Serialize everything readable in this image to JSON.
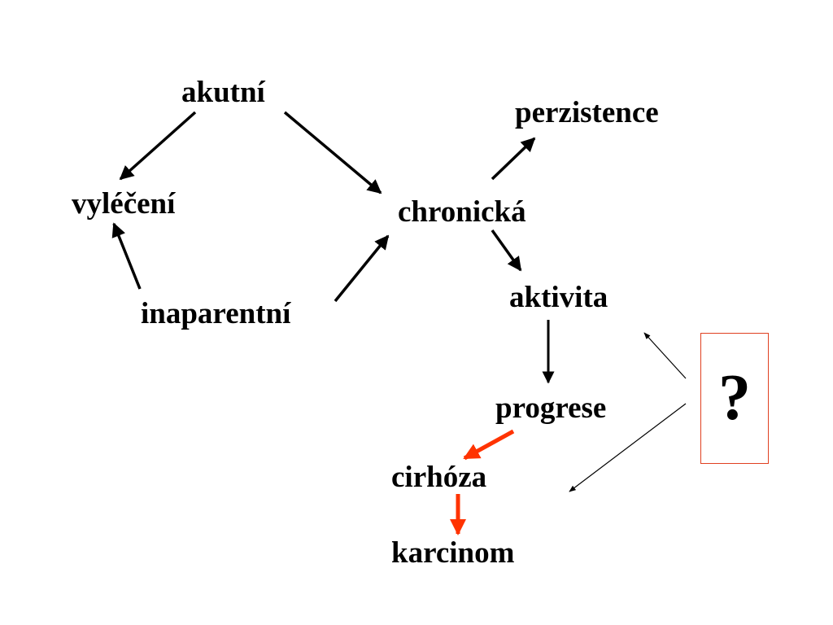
{
  "nodes": {
    "akutni": "akutní",
    "perzistence": "perzistence",
    "vyleceni": "vyléčení",
    "chronicka": "chronická",
    "aktivita": "aktivita",
    "inaparentni": "inaparentní",
    "progrese": "progrese",
    "cirhoza": "cirhóza",
    "karcinom": "karcinom"
  },
  "question_box": {
    "label": "?",
    "border_color": "#e04020"
  },
  "colors": {
    "text": "#000000",
    "arrow": "#000000",
    "highlight_arrow": "#ff3300",
    "background": "#ffffff"
  }
}
